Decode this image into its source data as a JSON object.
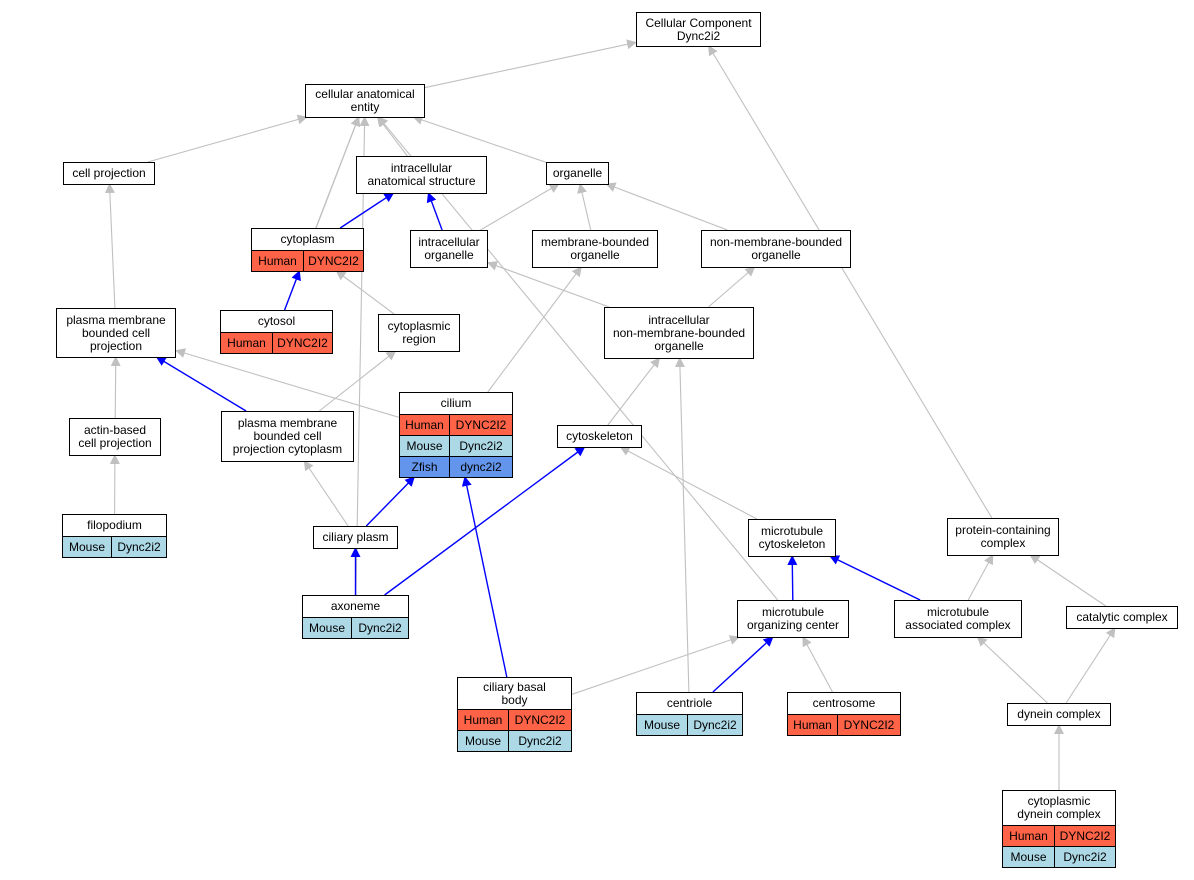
{
  "colors": {
    "edge_isa": "#c0c0c0",
    "edge_partof": "#0000ff",
    "human": "#fe6347",
    "mouse": "#add8e6",
    "zfish": "#6495ec"
  },
  "nodes": {
    "root": {
      "lines": [
        "Cellular Component",
        "Dync2i2"
      ],
      "genes": []
    },
    "cae": {
      "lines": [
        "cellular anatomical",
        "entity"
      ],
      "genes": []
    },
    "cellproj": {
      "lines": [
        "cell projection"
      ],
      "genes": []
    },
    "ias": {
      "lines": [
        "intracellular",
        "anatomical structure"
      ],
      "genes": []
    },
    "organelle": {
      "lines": [
        "organelle"
      ],
      "genes": []
    },
    "cytoplasm": {
      "lines": [
        "cytoplasm"
      ],
      "genes": [
        {
          "species": "Human",
          "gene": "DYNC2I2",
          "kind": "human"
        }
      ]
    },
    "intraorg": {
      "lines": [
        "intracellular",
        "organelle"
      ],
      "genes": []
    },
    "membound": {
      "lines": [
        "membrane-bounded",
        "organelle"
      ],
      "genes": []
    },
    "nonmem": {
      "lines": [
        "non-membrane-bounded",
        "organelle"
      ],
      "genes": []
    },
    "pmbcp": {
      "lines": [
        "plasma membrane",
        "bounded cell",
        "projection"
      ],
      "genes": []
    },
    "cytosol": {
      "lines": [
        "cytosol"
      ],
      "genes": [
        {
          "species": "Human",
          "gene": "DYNC2I2",
          "kind": "human"
        }
      ]
    },
    "cytoreg": {
      "lines": [
        "cytoplasmic",
        "region"
      ],
      "genes": []
    },
    "inmbo": {
      "lines": [
        "intracellular",
        "non-membrane-bounded",
        "organelle"
      ],
      "genes": []
    },
    "cilium": {
      "lines": [
        "cilium"
      ],
      "genes": [
        {
          "species": "Human",
          "gene": "DYNC2I2",
          "kind": "human"
        },
        {
          "species": "Mouse",
          "gene": "Dync2i2",
          "kind": "mouse"
        },
        {
          "species": "Zfish",
          "gene": "dync2i2",
          "kind": "zfish"
        }
      ]
    },
    "actin": {
      "lines": [
        "actin-based",
        "cell projection"
      ],
      "genes": []
    },
    "pmbcpc": {
      "lines": [
        "plasma membrane",
        "bounded cell",
        "projection cytoplasm"
      ],
      "genes": []
    },
    "cytoskel": {
      "lines": [
        "cytoskeleton"
      ],
      "genes": []
    },
    "filopodium": {
      "lines": [
        "filopodium"
      ],
      "genes": [
        {
          "species": "Mouse",
          "gene": "Dync2i2",
          "kind": "mouse"
        }
      ]
    },
    "ciliaryplasm": {
      "lines": [
        "ciliary plasm"
      ],
      "genes": []
    },
    "mtcyto": {
      "lines": [
        "microtubule",
        "cytoskeleton"
      ],
      "genes": []
    },
    "pcc": {
      "lines": [
        "protein-containing",
        "complex"
      ],
      "genes": []
    },
    "axoneme": {
      "lines": [
        "axoneme"
      ],
      "genes": [
        {
          "species": "Mouse",
          "gene": "Dync2i2",
          "kind": "mouse"
        }
      ]
    },
    "mtoc": {
      "lines": [
        "microtubule",
        "organizing center"
      ],
      "genes": []
    },
    "mtac": {
      "lines": [
        "microtubule",
        "associated complex"
      ],
      "genes": []
    },
    "catalytic": {
      "lines": [
        "catalytic complex"
      ],
      "genes": []
    },
    "cbb": {
      "lines": [
        "ciliary basal",
        "body"
      ],
      "genes": [
        {
          "species": "Human",
          "gene": "DYNC2I2",
          "kind": "human"
        },
        {
          "species": "Mouse",
          "gene": "Dync2i2",
          "kind": "mouse"
        }
      ]
    },
    "centriole": {
      "lines": [
        "centriole"
      ],
      "genes": [
        {
          "species": "Mouse",
          "gene": "Dync2i2",
          "kind": "mouse"
        }
      ]
    },
    "centrosome": {
      "lines": [
        "centrosome"
      ],
      "genes": [
        {
          "species": "Human",
          "gene": "DYNC2I2",
          "kind": "human"
        }
      ]
    },
    "dynein": {
      "lines": [
        "dynein complex"
      ],
      "genes": []
    },
    "cdc": {
      "lines": [
        "cytoplasmic",
        "dynein complex"
      ],
      "genes": [
        {
          "species": "Human",
          "gene": "DYNC2I2",
          "kind": "human"
        },
        {
          "species": "Mouse",
          "gene": "Dync2i2",
          "kind": "mouse"
        }
      ]
    }
  },
  "edges": [
    {
      "from": "cae",
      "to": "root",
      "kind": "isa"
    },
    {
      "from": "pcc",
      "to": "root",
      "kind": "isa"
    },
    {
      "from": "cellproj",
      "to": "cae",
      "kind": "isa"
    },
    {
      "from": "ias",
      "to": "cae",
      "kind": "isa"
    },
    {
      "from": "organelle",
      "to": "cae",
      "kind": "isa"
    },
    {
      "from": "cytoplasm",
      "to": "cae",
      "kind": "isa"
    },
    {
      "from": "cytosol",
      "to": "cae",
      "kind": "isa"
    },
    {
      "from": "axoneme",
      "to": "cae",
      "kind": "isa"
    },
    {
      "from": "mtoc",
      "to": "cae",
      "kind": "isa"
    },
    {
      "from": "cytoplasm",
      "to": "ias",
      "kind": "partof"
    },
    {
      "from": "intraorg",
      "to": "ias",
      "kind": "partof"
    },
    {
      "from": "intraorg",
      "to": "organelle",
      "kind": "isa"
    },
    {
      "from": "membound",
      "to": "organelle",
      "kind": "isa"
    },
    {
      "from": "nonmem",
      "to": "organelle",
      "kind": "isa"
    },
    {
      "from": "pmbcp",
      "to": "cellproj",
      "kind": "isa"
    },
    {
      "from": "cytosol",
      "to": "cytoplasm",
      "kind": "partof"
    },
    {
      "from": "cytoreg",
      "to": "cytoplasm",
      "kind": "isa"
    },
    {
      "from": "inmbo",
      "to": "intraorg",
      "kind": "isa"
    },
    {
      "from": "inmbo",
      "to": "nonmem",
      "kind": "isa"
    },
    {
      "from": "cilium",
      "to": "membound",
      "kind": "isa"
    },
    {
      "from": "cilium",
      "to": "pmbcp",
      "kind": "isa"
    },
    {
      "from": "actin",
      "to": "pmbcp",
      "kind": "isa"
    },
    {
      "from": "pmbcpc",
      "to": "pmbcp",
      "kind": "partof"
    },
    {
      "from": "pmbcpc",
      "to": "cytoreg",
      "kind": "isa"
    },
    {
      "from": "cytoskel",
      "to": "inmbo",
      "kind": "isa"
    },
    {
      "from": "centriole",
      "to": "inmbo",
      "kind": "isa"
    },
    {
      "from": "filopodium",
      "to": "actin",
      "kind": "isa"
    },
    {
      "from": "ciliaryplasm",
      "to": "pmbcpc",
      "kind": "isa"
    },
    {
      "from": "ciliaryplasm",
      "to": "cilium",
      "kind": "partof"
    },
    {
      "from": "cbb",
      "to": "cilium",
      "kind": "partof"
    },
    {
      "from": "axoneme",
      "to": "ciliaryplasm",
      "kind": "partof"
    },
    {
      "from": "axoneme",
      "to": "cytoskel",
      "kind": "partof"
    },
    {
      "from": "mtcyto",
      "to": "cytoskel",
      "kind": "isa"
    },
    {
      "from": "mtoc",
      "to": "mtcyto",
      "kind": "partof"
    },
    {
      "from": "mtac",
      "to": "mtcyto",
      "kind": "partof"
    },
    {
      "from": "mtac",
      "to": "pcc",
      "kind": "isa"
    },
    {
      "from": "catalytic",
      "to": "pcc",
      "kind": "isa"
    },
    {
      "from": "cbb",
      "to": "mtoc",
      "kind": "isa"
    },
    {
      "from": "centriole",
      "to": "mtoc",
      "kind": "partof"
    },
    {
      "from": "centrosome",
      "to": "mtoc",
      "kind": "isa"
    },
    {
      "from": "dynein",
      "to": "mtac",
      "kind": "isa"
    },
    {
      "from": "dynein",
      "to": "catalytic",
      "kind": "isa"
    },
    {
      "from": "cdc",
      "to": "dynein",
      "kind": "isa"
    }
  ]
}
